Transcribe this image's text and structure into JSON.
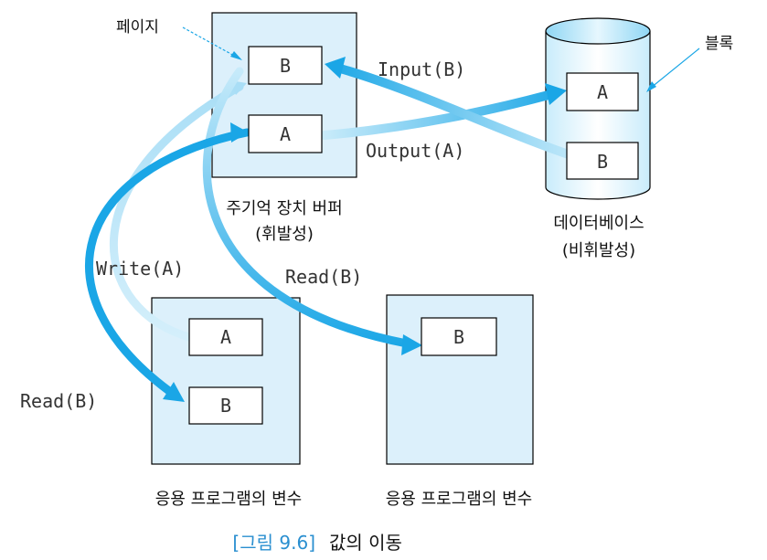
{
  "labels": {
    "page": "페이지",
    "block": "블록",
    "buffer_line1": "주기억 장치 버퍼",
    "buffer_line2": "(휘발성)",
    "db_line1": "데이터베이스",
    "db_line2": "(비휘발성)",
    "app_var_left": "응용 프로그램의 변수",
    "app_var_right": "응용 프로그램의 변수",
    "caption_fig": "[그림 9.6]",
    "caption_text": "값의 이동"
  },
  "operations": {
    "input": "Input(B)",
    "output": "Output(A)",
    "write": "Write(A)",
    "read_mid": "Read(B)",
    "read_left": "Read(B)"
  },
  "cells": {
    "buffer_top": "B",
    "buffer_bottom": "A",
    "db_top": "A",
    "db_bottom": "B",
    "app_left_top": "A",
    "app_left_bottom": "B",
    "app_right": "B"
  },
  "colors": {
    "box_fill": "#dcf0fb",
    "arrow_strong": "#1aa6e6",
    "arrow_light": "#bfe6f8",
    "caption": "#2a8fd0"
  }
}
